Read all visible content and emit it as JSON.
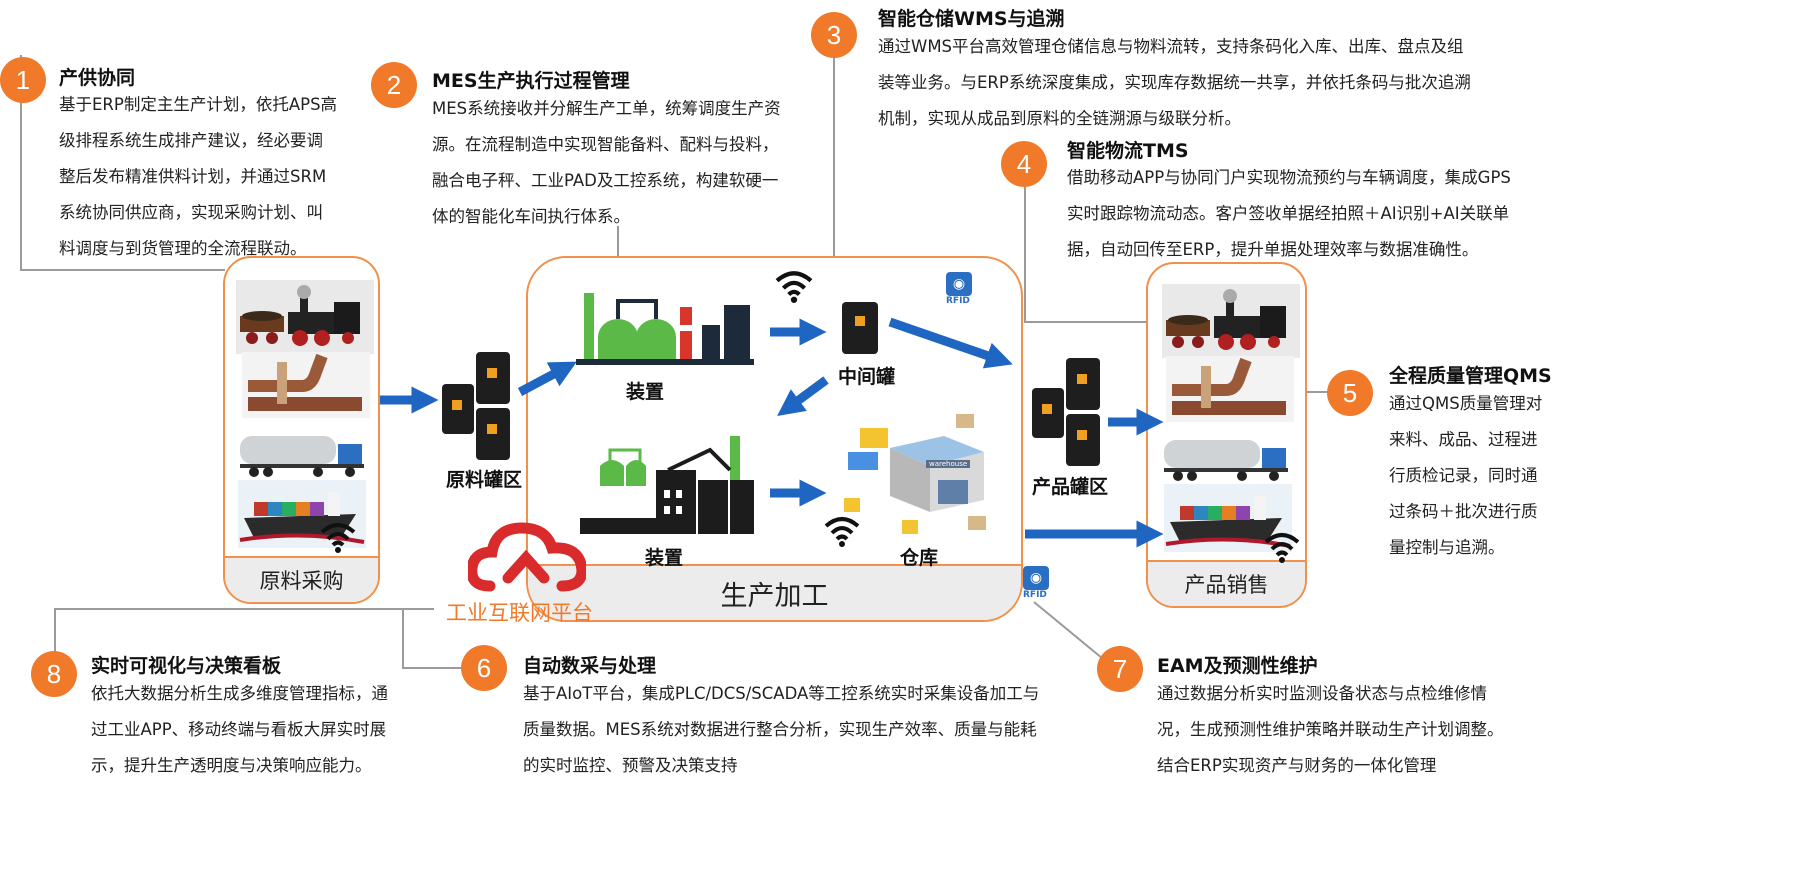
{
  "steps": [
    {
      "num": "1",
      "title": "产供协同",
      "lines": [
        "基于ERP制定主生产计划，依托APS高",
        "级排程系统生成排产建议，经必要调",
        "整后发布精准供料计划，并通过SRM",
        "系统协同供应商，实现采购计划、叫",
        "料调度与到货管理的全流程联动。"
      ]
    },
    {
      "num": "2",
      "title": "MES生产执行过程管理",
      "lines": [
        "MES系统接收并分解生产工单，统筹调度生产资",
        "源。在流程制造中实现智能备料、配料与投料，",
        "融合电子秤、工业PAD及工控系统，构建软硬一",
        "体的智能化车间执行体系。"
      ]
    },
    {
      "num": "3",
      "title": "智能仓储WMS与追溯",
      "lines": [
        "通过WMS平台高效管理仓储信息与物料流转，支持条码化入库、出库、盘点及组",
        "装等业务。与ERP系统深度集成，实现库存数据统一共享，并依托条码与批次追溯",
        "机制，实现从成品到原料的全链溯源与级联分析。"
      ]
    },
    {
      "num": "4",
      "title": "智能物流TMS",
      "lines": [
        "借助移动APP与协同门户实现物流预约与车辆调度，集成GPS",
        "实时跟踪物流动态。客户签收单据经拍照＋AI识别+AI关联单",
        "据，自动回传至ERP，提升单据处理效率与数据准确性。"
      ]
    },
    {
      "num": "5",
      "title": "全程质量管理QMS",
      "lines": [
        "通过QMS质量管理对",
        "来料、成品、过程进",
        "行质检记录，同时通",
        "过条码＋批次进行质",
        "量控制与追溯。"
      ]
    },
    {
      "num": "6",
      "title": "自动数采与处理",
      "lines": [
        "基于AIoT平台，集成PLC/DCS/SCADA等工控系统实时采集设备加工与",
        "质量数据。MES系统对数据进行整合分析，实现生产效率、质量与能耗",
        "的实时监控、预警及决策支持"
      ]
    },
    {
      "num": "7",
      "title": "EAM及预测性维护",
      "lines": [
        "通过数据分析实时监测设备状态与点检维修情",
        "况，生成预测性维护策略并联动生产计划调整。",
        "结合ERP实现资产与财务的一体化管理"
      ]
    },
    {
      "num": "8",
      "title": "实时可视化与决策看板",
      "lines": [
        "依托大数据分析生成多维度管理指标，通",
        "过工业APP、移动终端与看板大屏实时展",
        "示，提升生产透明度与决策响应能力。"
      ]
    }
  ],
  "panels": {
    "procurement": "原料采购",
    "production": "生产加工",
    "sales": "产品销售"
  },
  "labels": {
    "raw_tank": "原料罐区",
    "device_top": "装置",
    "device_bottom": "装置",
    "mid_tank": "中间罐",
    "warehouse": "仓库",
    "product_tank": "产品罐区",
    "platform": "工业互联网平台",
    "rfid_top": "RFID",
    "rfid_bottom": "RFID",
    "warehouse_sign": "warehouse"
  },
  "colors": {
    "accent": "#F07A2A",
    "arrow": "#1F66C2",
    "platform_red": "#D92B2B",
    "factory_green": "#5BBA47"
  }
}
